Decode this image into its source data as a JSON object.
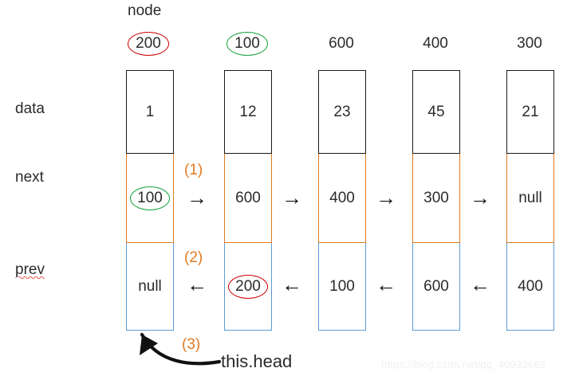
{
  "diagram": {
    "node_caption": "node",
    "row_labels": [
      {
        "text": "data"
      },
      {
        "text": "next"
      },
      {
        "text": "prev"
      }
    ],
    "colors": {
      "data_border": "#1a1a1a",
      "next_border": "#e07b22",
      "prev_border": "#5b9bd5",
      "highlight_red": "#cc0000",
      "highlight_green": "#12a13a",
      "step_label": "#e07b22"
    },
    "nodes": [
      {
        "address": "200",
        "address_ring": "red",
        "data": "1",
        "next": "100",
        "next_ring": "green",
        "prev": "null",
        "prev_ring": "none"
      },
      {
        "address": "100",
        "address_ring": "green",
        "data": "12",
        "next": "600",
        "next_ring": "none",
        "prev": "200",
        "prev_ring": "red"
      },
      {
        "address": "600",
        "address_ring": "none",
        "data": "23",
        "next": "400",
        "next_ring": "none",
        "prev": "100",
        "prev_ring": "none"
      },
      {
        "address": "400",
        "address_ring": "none",
        "data": "45",
        "next": "300",
        "next_ring": "none",
        "prev": "600",
        "prev_ring": "none"
      },
      {
        "address": "300",
        "address_ring": "none",
        "data": "21",
        "next": "null",
        "next_ring": "none",
        "prev": "400",
        "prev_ring": "none"
      }
    ],
    "next_arrows": [
      {
        "glyph": "→"
      },
      {
        "glyph": "→"
      },
      {
        "glyph": "→"
      },
      {
        "glyph": "→"
      }
    ],
    "prev_arrows": [
      {
        "glyph": "←"
      },
      {
        "glyph": "←"
      },
      {
        "glyph": "←"
      },
      {
        "glyph": "←"
      }
    ],
    "steps": [
      {
        "label": "(1)"
      },
      {
        "label": "(2)"
      },
      {
        "label": "(3)"
      }
    ],
    "head_pointer": {
      "text": "this.head"
    },
    "watermark": {
      "text": "https://blog.csdn.net/qq_40933663"
    }
  }
}
